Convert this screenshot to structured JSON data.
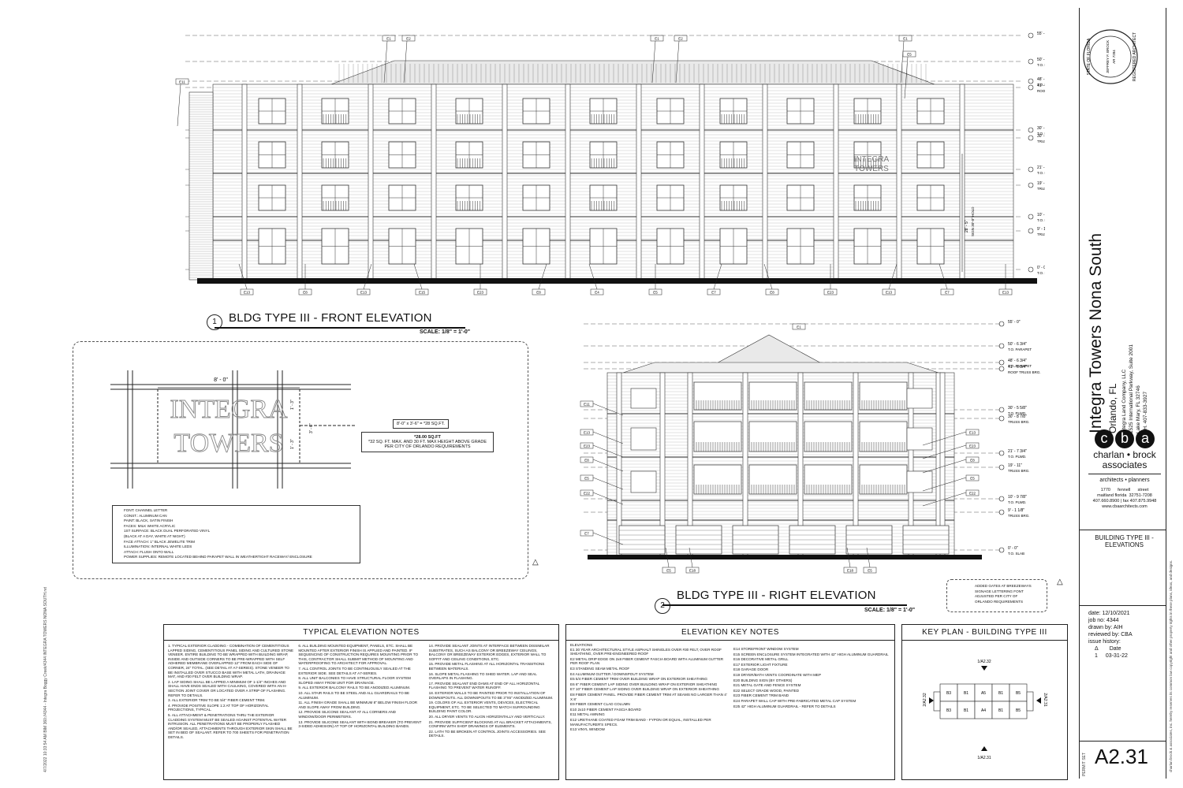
{
  "sheet": {
    "project_title": "Integra Towers Nona South",
    "project_city": "Orlando, FL",
    "owner": [
      "Integra Land Company, LLC",
      "1525 International Parkway, Suite 2001",
      "Lake Mary, FL 32746",
      "PH. 407-833-3927"
    ],
    "firm_mark": "cba",
    "firm_name": "charlan • brock",
    "firm_name2": "associates",
    "firm_tag": "architects • planners",
    "firm_address": [
      "1770      fennell      street",
      "maitland florida  32751-7208",
      "407.660.8900 | fax 407.875.9948",
      "www.cbaarchitects.com"
    ],
    "sheet_desc": "BUILDING TYPE III - ELEVATIONS",
    "date": "date: 12/10/2021",
    "job_no": "job no: 4344",
    "drawn_by": "drawn by: AIH",
    "reviewed_by": "reviewed by: CBA",
    "issue_history": "issue history:",
    "issue_header": [
      "Δ",
      "Date"
    ],
    "issue_row": [
      "1",
      "03-31-22"
    ],
    "permit_set": "PERMIT SET",
    "sheet_number": "A2.31",
    "seal": [
      "STATE OF FLORIDA",
      "REGISTERED ARCHITECT",
      "JEFFREY F. BROCK",
      "AR 7284"
    ],
    "side_note": "4/7/2022 10:33:54 AM      BIM 360://4344 - Integra Boggy Creek/4344 INTEGRA TOWERS NONA SOUTH.rvt",
    "copyright": "charlan brock & associates, inc. hereby reserves its common law copyright and other property rights in these plans, ideas, and designs."
  },
  "front_elevation": {
    "number": "1",
    "title": "BLDG TYPE III - FRONT ELEVATION",
    "scale": "SCALE:   1/8\" = 1'-0\"",
    "sign_text": [
      "INTEGRA",
      "TOWERS"
    ],
    "sign_dim": "28' - 5\"",
    "sign_dim2": "SIGN 30'-0\" HOLD",
    "levels": [
      {
        "a": "55' - 0\"",
        "b": ""
      },
      {
        "a": "50' - 6 3/4\"",
        "b": "T.O. PARAPET"
      },
      {
        "a": "48' - 6 3/4\"",
        "b": "T.O. PARAPET"
      },
      {
        "a": "41' - 6 3/4\"",
        "b": "ROOF TRUSS BRG."
      },
      {
        "a": "30' - 5 5/8\"",
        "b": "T.O. PLWD."
      },
      {
        "a": "30' - 8 7/8\"",
        "b": "TRUSS BRG."
      },
      {
        "a": "21' - 2 3/4\"",
        "b": "T.O. PLWD."
      },
      {
        "a": "19' - 11\"",
        "b": "TRUSS BRG."
      },
      {
        "a": "10' - 9 7/8\"",
        "b": "T.O. PLWD."
      },
      {
        "a": "9' - 1 1/8\"",
        "b": "TRUSS BRG."
      },
      {
        "a": "0' - 0\"",
        "b": "T.O. SLAB"
      }
    ],
    "top_tags": [
      "E1",
      "E2",
      "E1",
      "E2",
      "E1",
      "E5",
      "E11"
    ],
    "bottom_tags": [
      "E13",
      "E8",
      "E13",
      "E15",
      "E23",
      "E8",
      "E4",
      "E5",
      "E7",
      "E8",
      "E23",
      "E13",
      "E7",
      "E13"
    ]
  },
  "right_elevation": {
    "number": "2",
    "title": "BLDG TYPE III - RIGHT  ELEVATION",
    "scale": "SCALE:   1/8\" = 1'-0\"",
    "levels": [
      {
        "a": "55' - 0\"",
        "b": ""
      },
      {
        "a": "50' - 6 3/4\"",
        "b": "T.O. PARAPET"
      },
      {
        "a": "48' - 6 3/4\"",
        "b": "T.O. PARAPET"
      },
      {
        "a": "41' - 6 3/4\"",
        "b": "ROOF TRUSS BRG."
      },
      {
        "a": "30' - 5 5/8\"",
        "b": "T.O. PLWD."
      },
      {
        "a": "30' - 8 7/8\"",
        "b": "TRUSS BRG."
      },
      {
        "a": "21' - 7 3/4\"",
        "b": "T.O. PLWD."
      },
      {
        "a": "19' - 11\"",
        "b": "TRUSS BRG."
      },
      {
        "a": "10' - 9 7/8\"",
        "b": "T.O. PLWD."
      },
      {
        "a": "9' - 1 1/8\"",
        "b": "TRUSS BRG."
      },
      {
        "a": "0' - 0\"",
        "b": "T.O. SLAB"
      }
    ],
    "left_tags": [
      "E11",
      "E13",
      "E23",
      "E8",
      "E5",
      "E22",
      "E7"
    ],
    "right_tags": [
      "E13",
      "E23",
      "E8",
      "E5",
      "E22"
    ],
    "bottom_tags": [
      "E5",
      "E18",
      "E18",
      "E5"
    ],
    "top_tag": "E1"
  },
  "sign_detail": {
    "width_dim": "8' - 0\"",
    "h1": "1' - 3\"",
    "h2": "1' - 0\"",
    "h3": "1' - 3\"",
    "h4": "3' - 6\"",
    "calc": "8'-0\" x 3'-6\" = *28 SQ.FT.",
    "sqft": "*28.00 SQ.FT",
    "max_note": "*32 SQ. FT. MAX. AND 30 FT. MAX HEIGHT ABOVE GRADE PER CITY OF ORLANDO REQUIREMENTS",
    "specs": [
      "FONT: CHANNEL LETTER",
      "CONST.: ALUMINUM CAN",
      "PAINT: BLACK, SATIN FINISH",
      "FACES: MILK WHITE ACRYLIC",
      "1ST SURFACE: BLACK DUAL PERFORATED VINYL",
      "(BLACK AT A DAY, WHITE AT NIGHT)",
      "FACE ATTACH: 1\" BLACK JEWELITE TRIM",
      "ILLUMINATION: INTERNAL WHITE LEDS",
      "ATTACH: FLUSH ONTO WALL",
      "POWER SUPPLIES: REMOTE LOCATED BEHIND PARAPET WALL IN WEATHERTIGHT RACEWAY/ ENCLOSURE"
    ]
  },
  "revision_note": [
    "ADDED GATES AT BREEZEWAYS",
    "SIGNAGE LETTERING FONT",
    "ADJUSTED PER CITY OF",
    "ORLANDO REQUIREMENTS"
  ],
  "typical_notes": {
    "title": "TYPICAL ELEVATION NOTES",
    "col1": [
      "1.  TYPICAL EXTERIOR CLADDING - COMBINATION OF CEMENTITIOUS LAPPED SIDING, CEMENTITIOUS PANEL SIDING AND CULTURED STONE VENEER. ENTIRE BUILDING TO BE WRAPPED WITH BUILDING WRAP, INSIDE AND OUTSIDE CORNERS TO BE PRE-WRAPPED WITH SELF ADHERED MEMBRANE OVERLAPPED 12\" FROM EACH SIDE OF CORNER, 24\" TOTAL. (SEE DETAIL AT A7-SERIES). STONE VENEER TO BE INSTALLED OVER STUCCO BASE WITH METAL LATH, DRAINAGE MAT, AND #30 FELT OVER BUILDING WRAP.",
      "2.  LAP SIDING SHALL BE LAPPED A MINIMUM OF 1-1/4\" INCHES AND SHALL HAVE ENDS SEALED WITH CAULKING, COVERED WITH AN H-SECTION JOINT COVER OR LOCATED OVER A STRIP OF FLASHING. REFER TO DETAILS.",
      "3.  ALL EXTERIOR TRIM TO BE 5/4\" FIBER CEMENT TRIM.",
      "4.  PROVIDE POSITIVE SLOPE 1:2 AT TOP OF HORIZONTAL PROJECTIONS, TYPICAL.",
      "5.  ALL ATTACHMENT & PENETRATIONS THRU THE EXTERIOR CLADDING SYSTEM MUST BE SEALED AGAINST POTENTIAL WATER INTRUSION. ALL PENETRATIONS MUST BE PROPERLY FLASHED AND/OR SEALED, ATTACHMENTS THROUGH EXTERIOR SKIN SHALL BE SET IN BED OF SEALANT. REFER TO 700 SHEETS FOR PENETRATION DETAILS."
    ],
    "col2": [
      "6.  ALL BUILDING MOUNTED EQUIPMENT, PANELS, ETC. SHALL BE MOUNTED AFTER EXTERIOR FINISH IS APPLIED AND PAINTED. IF SEQUENCING OF CONSTRUCTION REQUIRES MOUNTING PRIOR TO THIS, CONTRACTOR SHALL SUBMIT METHOD OF MOUNTING AND WATERPROOFING TO ARCHITECT FOR APPROVAL.",
      "7.  ALL CONTROL JOINTS TO BE CONTINUOUSLY SEALED AT THE EXTERIOR SIDE. SEE DETAILS AT A7-SERIES.",
      "8.  ALL UNIT BALCONIES TO HAVE STRUCTURAL FLOOR SYSTEM SLOPED AWAY FROM UNIT FOR DRAINAGE.",
      "9.  ALL EXTERIOR BALCONY RAILS TO BE ANODIZED ALUMINUM.",
      "10. ALL STAIR RAILS TO BE STEEL AND ALL GUARDRAILS TO BE ALUMINUM.",
      "11. ALL FINISH GRADE SHALL BE MINIMUM 8\" BELOW FINISH FLOOR AND SLOPE AWAY FROM BUILDING.",
      "12. PROVIDE SILICONE SEALANT AT ALL CORNERS AND WINDOW/DOOR PERIMETERS.",
      "13. PROVIDE SILICONE SEALANT WITH BOND BREAKER (TO PREVENT 3-SIDED ADHESION) AT TOP OF HORIZONTAL BUILDING BANDS."
    ],
    "col3": [
      "14. PROVIDE SEALANT JOINTS AT INTERFACE BETWEEN DISSIMILAR SUBSTRATES, SUCH AS BALCONY OR BREEZEWAY CEILINGS, BALCONY OR BREEZEWAY EXTERIOR EDGES, EXTERIOR WALL TO SOFFIT AND CEILING CONDITIONS, ETC.",
      "15. PROVIDE METAL FLASHING AT ALL HORIZONTAL TRANSITIONS BETWEEN MATERIALS.",
      "16. SLOPE METAL FLASHING TO SHED WATER. LAP AND SEAL OVERLAPS IN FLASHING.",
      "17. PROVIDE SEALANT END DAMS AT END OF ALL HORIZONTAL FLASHING TO PREVENT WATER RUNOFF.",
      "18. EXTERIOR WALLS TO BE PAINTED PRIOR TO INSTALLATION OF DOWNSPOUTS. ALL DOWNSPOUTS TO BE 3\"X5\" ANODIZED ALUMINUM.",
      "19. COLORS OF ALL EXTERIOR VENTS, DEVICES, ELECTRICAL EQUIPMENT, ETC. TO BE SELECTED TO MATCH SURROUNDING BUILDING PAINT COLOR.",
      "20. ALL DRYER VENTS TO ALIGN HORIZONTALLY AND VERTICALLY.",
      "21. PROVIDE SUFFICIENT BLOCKING AT ALL BRACKET ATTACHMENTS, CONFIRM WITH SHOP DRAWINGS OF ELEMENTS.",
      "22. LATH TO BE BROKEN AT CONTROL JOINTS ACCESSORIES. SEE DETAILS."
    ]
  },
  "key_notes": {
    "title": "ELEVATION KEY NOTES",
    "header": "ELEVATIONS",
    "col1": [
      "E1   30 YEAR ARCHITECTURAL STYLE ASPHALT SHINGLES OVER #30 FELT, OVER ROOF SHEATHING, OVER PRE-ENGINEERED ROOF",
      "E2   METAL DRIP EDGE ON  2x8 FIBER CEMENT FASCIA BOARD WITH ALUMINUM GUTTER PER ROOF PLAN",
      "E3   STANDING SEAM METAL ROOF",
      "E4   ALUMINUM GUTTER / DOWNSPOUT SYSTEM",
      "E5   5/4 FIBER CEMENT TRIM OVER BUILDING WRAP ON EXTERIOR SHEATHING",
      "E6   6\" FIBER CEMENT LAP SIDING OVER BUILDING WRAP ON EXTERIOR SHEATHING",
      "E7   10\" FIBER CEMENT LAP SIDING OVER BUILDING WRAP ON EXTERIOR SHEATHING",
      "E8   FIBER CEMENT PANEL. PROVIDE FIBER CEMENT TRIM AT SEAMS NO LARGER THAN 4' X 8'",
      "E9   FIBER CEMENT CLAD COLUMN",
      "E10  2x10 FIBER CEMENT FASCIA BOARD",
      "E11  METAL AWNING",
      "E12  URETHANE COATED FOAM TRIM BAND - FYPON OR EQUAL, INSTALLED PER MANUFACTURER'S SPECS.",
      "E13  VINYL WINDOW"
    ],
    "col2": [
      "E14  STOREFRONT WINDOW SYSTEM",
      "E15  SCREEN ENCLOSURE SYSTEM INTEGRATED WITH 42\" HIGH ALUMINUM GUARDRAIL",
      "E16  DECORATIVE METAL GRILL",
      "E17  EXTERIOR LIGHT FIXTURE",
      "E18  GARAGE DOOR",
      "E19  DRYER/BATH VENTS COORDINATE WITH MEP",
      "E20  BUILDING SIGN (BY OTHERS)",
      "E21  METAL GATE AND FENCE SYSTEM",
      "E22  SELECT GRADE WOOD, PAINTED",
      "E23  FIBER CEMENT TRIM BAND",
      "E24  PARAPET WALL CAP WITH PRE-FABRICATED METAL CAP SYSTEM",
      "E25  42\" HIGH ALUMINUM GUARDRAIL - REFER TO DETAILS"
    ]
  },
  "key_plan": {
    "title": "KEY PLAN - BUILDING TYPE III",
    "ref_top": "1/A2.32",
    "ref_bottom": "1/A2.31",
    "ref_left": "2/A2.32",
    "ref_right": "2/A2.31",
    "units_top": [
      "B3",
      "B1",
      "A5",
      "B1",
      "B5"
    ],
    "units_bottom": [
      "B3",
      "B1",
      "A4",
      "B1",
      "B5"
    ]
  }
}
